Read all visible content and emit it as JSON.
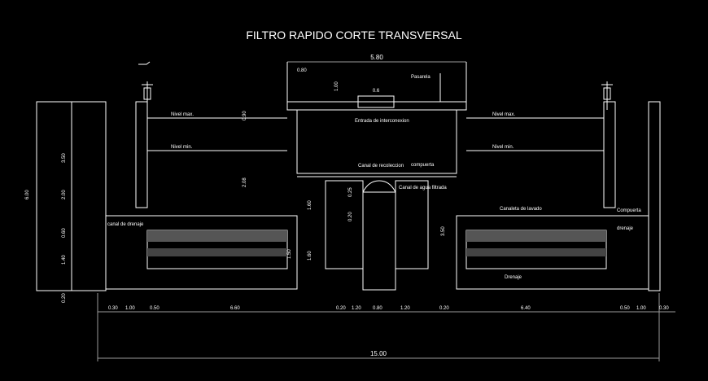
{
  "title": "FILTRO RAPIDO CORTE TRANSVERSAL",
  "labels": {
    "nivel_max_left": "Nivel max.",
    "nivel_min_left": "Nivel min.",
    "nivel_max_right": "Nivel max.",
    "nivel_min_right": "Nivel min.",
    "entrada_inter": "Entrada de interconexion",
    "canal_recol": "Canal de recoleccion",
    "canal_agua_filtrada": "Canal de agua filtrada",
    "compuerta_top": "compuerta",
    "compuerta_right": "Compuerta",
    "canal_drenaje": "canal de drenaje",
    "canaleta_lavado": "Canaleta de lavado",
    "drenaje": "Drenaje",
    "pasarela": "Pasarela",
    "drenaje_right": "drenaje"
  },
  "dims": {
    "top_total": "5.80",
    "d080_top": "0.80",
    "d100_vert": "1.00",
    "d06": "0.6",
    "d090_left": "0.90",
    "d350": "3.50",
    "d200": "2.00",
    "d208": "2.08",
    "d600": "6.00",
    "d060": "0.60",
    "d140": "1.40",
    "d020_left": "0.20",
    "d020_mid": "0.20",
    "d150": "1.50",
    "d025": "0.25",
    "d160_a": "1.60",
    "d160_b": "1.60",
    "d350_b": "3.50",
    "bottom": [
      "0.30",
      "1.00",
      "0.50",
      "6.60",
      "0.20",
      "1.20",
      "0.80",
      "1.20",
      "0.20",
      "6.40",
      "0.50",
      "1.00",
      "0.30"
    ],
    "total": "15.00"
  }
}
